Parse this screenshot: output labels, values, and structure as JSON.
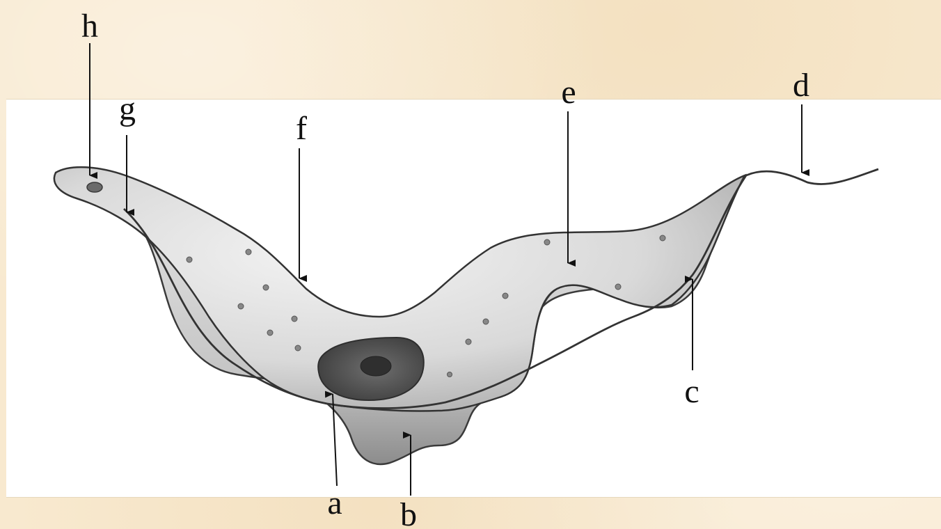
{
  "labels": {
    "a": "a",
    "b": "b",
    "c": "c",
    "d": "d",
    "e": "e",
    "f": "f",
    "g": "g",
    "h": "h"
  },
  "colors": {
    "background": "#f8e9cf",
    "panel": "#ffffff",
    "cell_fill": "#dcdcdc",
    "membrane_fill": "#cfcfcf",
    "nucleus": "#5a5a5a",
    "outline": "#333333"
  }
}
